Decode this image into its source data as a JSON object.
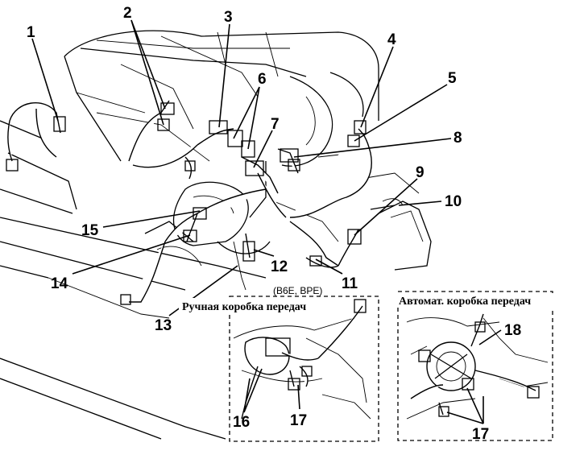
{
  "callouts": {
    "c1": "1",
    "c2": "2",
    "c3": "3",
    "c4": "4",
    "c5": "5",
    "c6": "6",
    "c7": "7",
    "c8": "8",
    "c9": "9",
    "c10": "10",
    "c11": "11",
    "c12": "12",
    "c13": "13",
    "c14": "14",
    "c15": "15",
    "c16": "16",
    "c17a": "17",
    "c17b": "17",
    "c18": "18"
  },
  "labels": {
    "engine_variant": "(B6E, BPE)",
    "manual_inset_title": "Ручная коробка передач",
    "auto_inset_title": "Автомат. коробка передач"
  }
}
